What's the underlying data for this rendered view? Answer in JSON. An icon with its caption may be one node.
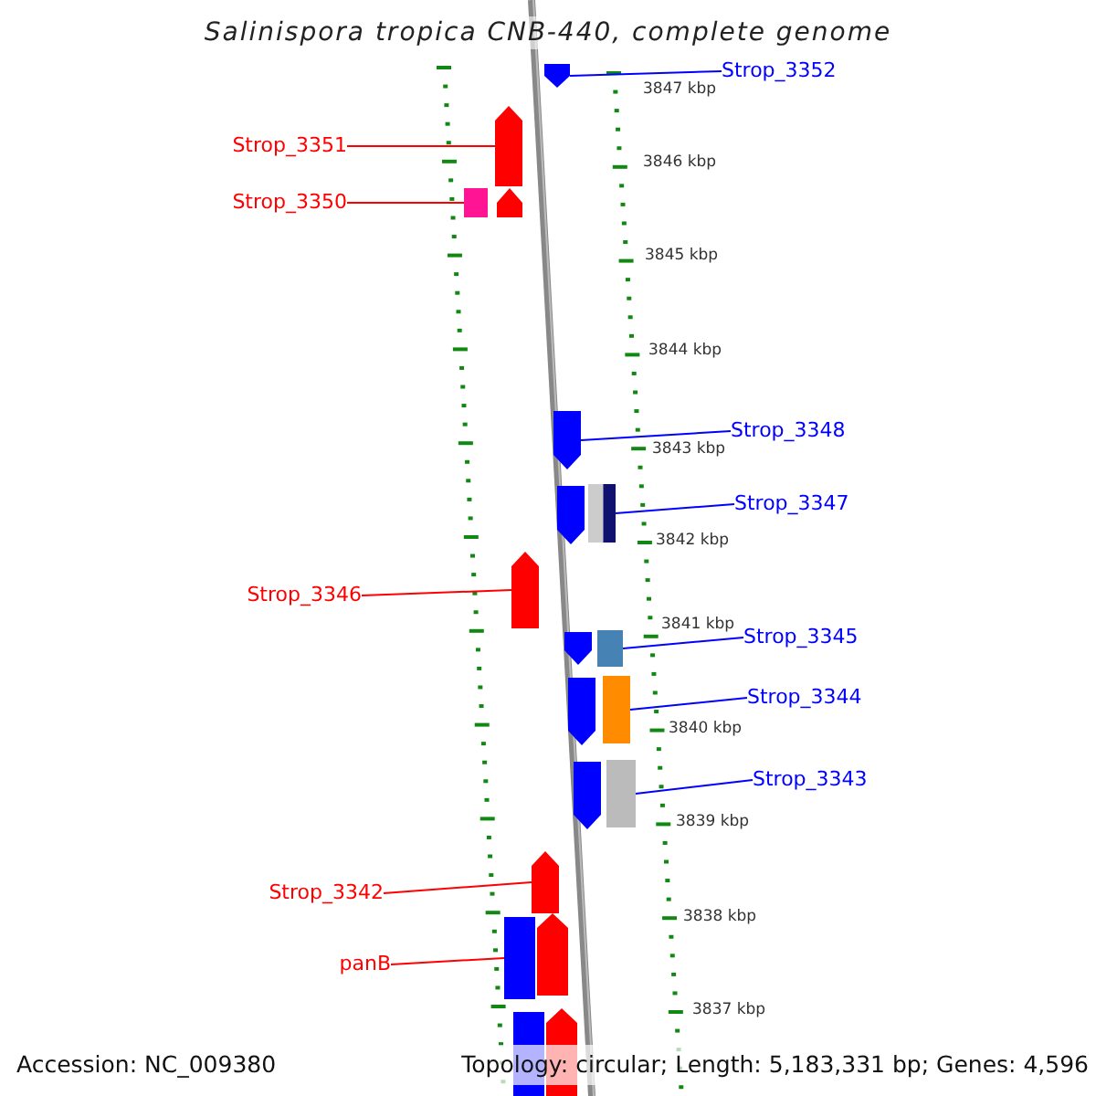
{
  "diagram": {
    "title": "Salinispora tropica CNB-440, complete genome",
    "nodes": [
      {
        "text": [
          "Strop_3352"
        ]
      },
      {
        "text": [],
        "shape": "arrow"
      },
      {
        "text": [
          "Strop_3351"
        ]
      },
      {
        "text": [],
        "shape": "arrow"
      },
      {
        "text": [
          "Strop_3350"
        ]
      },
      {
        "text": [],
        "shape": "box"
      },
      {
        "text": [
          "Strop_3348"
        ]
      },
      {
        "text": [],
        "shape": "arrow"
      },
      {
        "text": [
          "Strop_3347"
        ]
      },
      {
        "text": [],
        "shape": "box"
      },
      {
        "text": [
          "Strop_3346"
        ]
      },
      {
        "text": [],
        "shape": "arrow"
      },
      {
        "text": [
          "Strop_3345"
        ]
      },
      {
        "text": [],
        "shape": "box"
      },
      {
        "text": [
          "Strop_3344"
        ]
      },
      {
        "text": [],
        "shape": "box"
      },
      {
        "text": [
          "Strop_3343"
        ]
      },
      {
        "text": [],
        "shape": "box"
      },
      {
        "text": [
          "Strop_3342"
        ]
      },
      {
        "text": [],
        "shape": "arrow"
      },
      {
        "text": [
          "panB"
        ]
      },
      {
        "text": [],
        "shape": "box"
      },
      {
        "text": [],
        "shape": "arrow"
      },
      {
        "text": [],
        "shape": "arrow"
      },
      {
        "text": [],
        "shape": "arrow"
      },
      {
        "text": [],
        "shape": "arrow"
      },
      {
        "text": [],
        "shape": "arrow"
      },
      {
        "text": [],
        "shape": "arrow"
      },
      {
        "text": [],
        "shape": "box"
      },
      {
        "text": [],
        "shape": "arrow"
      }
    ],
    "edges": [
      {
        "from": 0,
        "to": 1,
        "arrow": "none"
      },
      {
        "from": 2,
        "to": 3,
        "arrow": "none",
        "color": "#ff0000"
      },
      {
        "from": 4,
        "to": 5,
        "arrow": "none",
        "color": "#ff0000"
      },
      {
        "from": 6,
        "to": 7,
        "arrow": "none"
      },
      {
        "from": 8,
        "to": 9,
        "arrow": "none"
      },
      {
        "from": 10,
        "to": 11,
        "arrow": "none",
        "color": "#ff0000"
      },
      {
        "from": 12,
        "to": 13,
        "arrow": "none"
      },
      {
        "from": 14,
        "to": 15,
        "arrow": "none"
      },
      {
        "from": 16,
        "to": 17,
        "arrow": "none"
      },
      {
        "from": 18,
        "to": 19,
        "arrow": "none",
        "color": "#ff0000"
      },
      {
        "from": 20,
        "to": 21,
        "arrow": "none",
        "color": "#ff0000"
      }
    ],
    "labels": [
      "3847 kbp",
      "3846 kbp",
      "3845 kbp",
      "3844 kbp",
      "3843 kbp",
      "3842 kbp",
      "3841 kbp",
      "3840 kbp",
      "3839 kbp",
      "3838 kbp",
      "3837 kbp",
      "Accession: NC_009380",
      "Topology: circular; Length: 5,183,331 bp; Genes: 4,596"
    ]
  }
}
